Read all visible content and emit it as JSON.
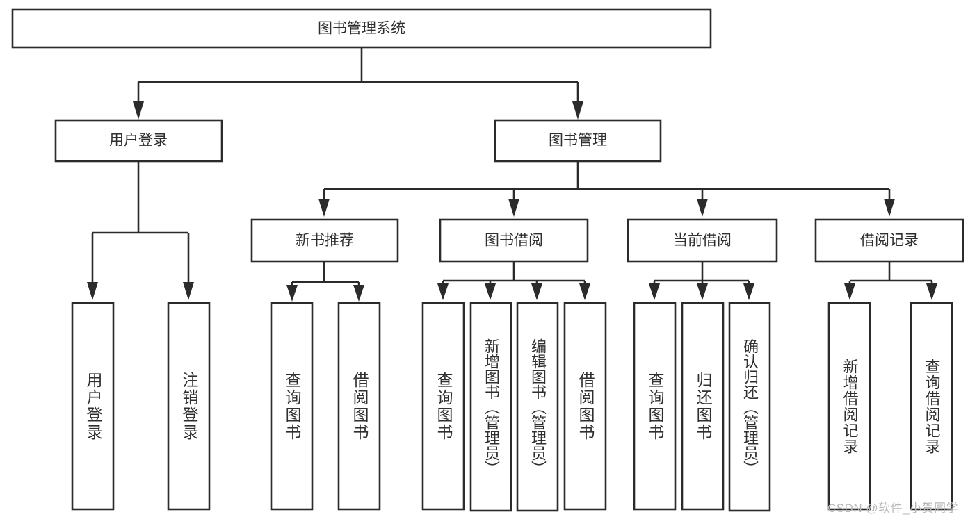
{
  "diagram": {
    "title": "图书管理系统",
    "type": "tree-hierarchy",
    "root": {
      "id": "root",
      "label": "图书管理系统"
    },
    "level2": [
      {
        "id": "user-login",
        "label": "用户登录"
      },
      {
        "id": "book-manage",
        "label": "图书管理"
      }
    ],
    "level3": [
      {
        "id": "new-book-recommend",
        "label": "新书推荐",
        "parent": "book-manage"
      },
      {
        "id": "book-borrow",
        "label": "图书借阅",
        "parent": "book-manage"
      },
      {
        "id": "current-borrow",
        "label": "当前借阅",
        "parent": "book-manage"
      },
      {
        "id": "borrow-record",
        "label": "借阅记录",
        "parent": "book-manage"
      }
    ],
    "leaves": [
      {
        "id": "leaf-user-login",
        "label": "用户登录",
        "parent": "user-login"
      },
      {
        "id": "leaf-logout",
        "label": "注销登录",
        "parent": "user-login"
      },
      {
        "id": "leaf-query-book-1",
        "label": "查询图书",
        "parent": "new-book-recommend"
      },
      {
        "id": "leaf-borrow-book-1",
        "label": "借阅图书",
        "parent": "new-book-recommend"
      },
      {
        "id": "leaf-query-book-2",
        "label": "查询图书",
        "parent": "book-borrow"
      },
      {
        "id": "leaf-add-book",
        "label": "新增图书（管理员）",
        "parent": "book-borrow"
      },
      {
        "id": "leaf-edit-book",
        "label": "编辑图书（管理员）",
        "parent": "book-borrow"
      },
      {
        "id": "leaf-borrow-book-2",
        "label": "借阅图书",
        "parent": "book-borrow"
      },
      {
        "id": "leaf-query-book-3",
        "label": "查询图书",
        "parent": "current-borrow"
      },
      {
        "id": "leaf-return-book",
        "label": "归还图书",
        "parent": "current-borrow"
      },
      {
        "id": "leaf-confirm-return",
        "label": "确认归还（管理员）",
        "parent": "current-borrow"
      },
      {
        "id": "leaf-add-record",
        "label": "新增借阅记录",
        "parent": "borrow-record"
      },
      {
        "id": "leaf-query-record",
        "label": "查询借阅记录",
        "parent": "borrow-record"
      }
    ],
    "colors": {
      "stroke": "#2b2b2b",
      "box_fill": "#ffffff",
      "text": "#2f2f2f",
      "background": "#ffffff",
      "watermark": "#b8b8b8"
    }
  },
  "watermark": {
    "text": "CSDN @软件_小贺同学"
  }
}
